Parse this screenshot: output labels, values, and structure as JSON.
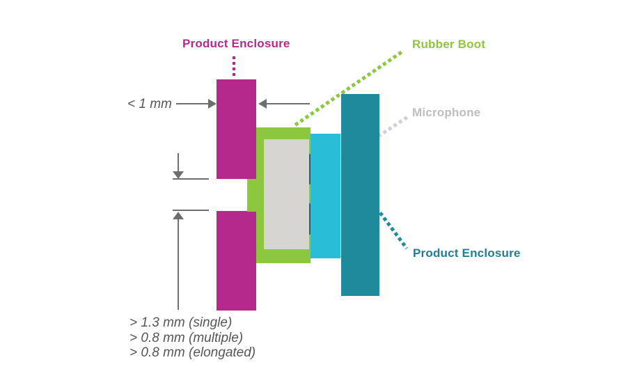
{
  "title": "Microphone acoustic port mounting cross-section",
  "colors": {
    "magenta": "#b5298c",
    "green": "#8dc63f",
    "cyan": "#29bdd8",
    "teal": "#1e8a9b",
    "tealText": "#1d7f96",
    "micGray": "#d6d5d1",
    "leaderGray": "#d2d2cf",
    "labelGray": "#bcbec0",
    "portDark": "#4d5257",
    "dimGray": "#6d6e71",
    "textDark": "#55565a"
  },
  "labels": {
    "enclosure_top": "Product Enclosure",
    "rubber_boot": "Rubber Boot",
    "microphone": "Microphone",
    "enclosure_right": "Product Enclosure"
  },
  "dimensions": {
    "wall_thickness": "< 1 mm",
    "hole_line_1": "> 1.3 mm (single)",
    "hole_line_2": "> 0.8 mm (multiple)",
    "hole_line_3": "> 0.8 mm (elongated)"
  },
  "icons": {
    "leader_style": "dotted-line",
    "arrow_style": "solid-triangle"
  }
}
